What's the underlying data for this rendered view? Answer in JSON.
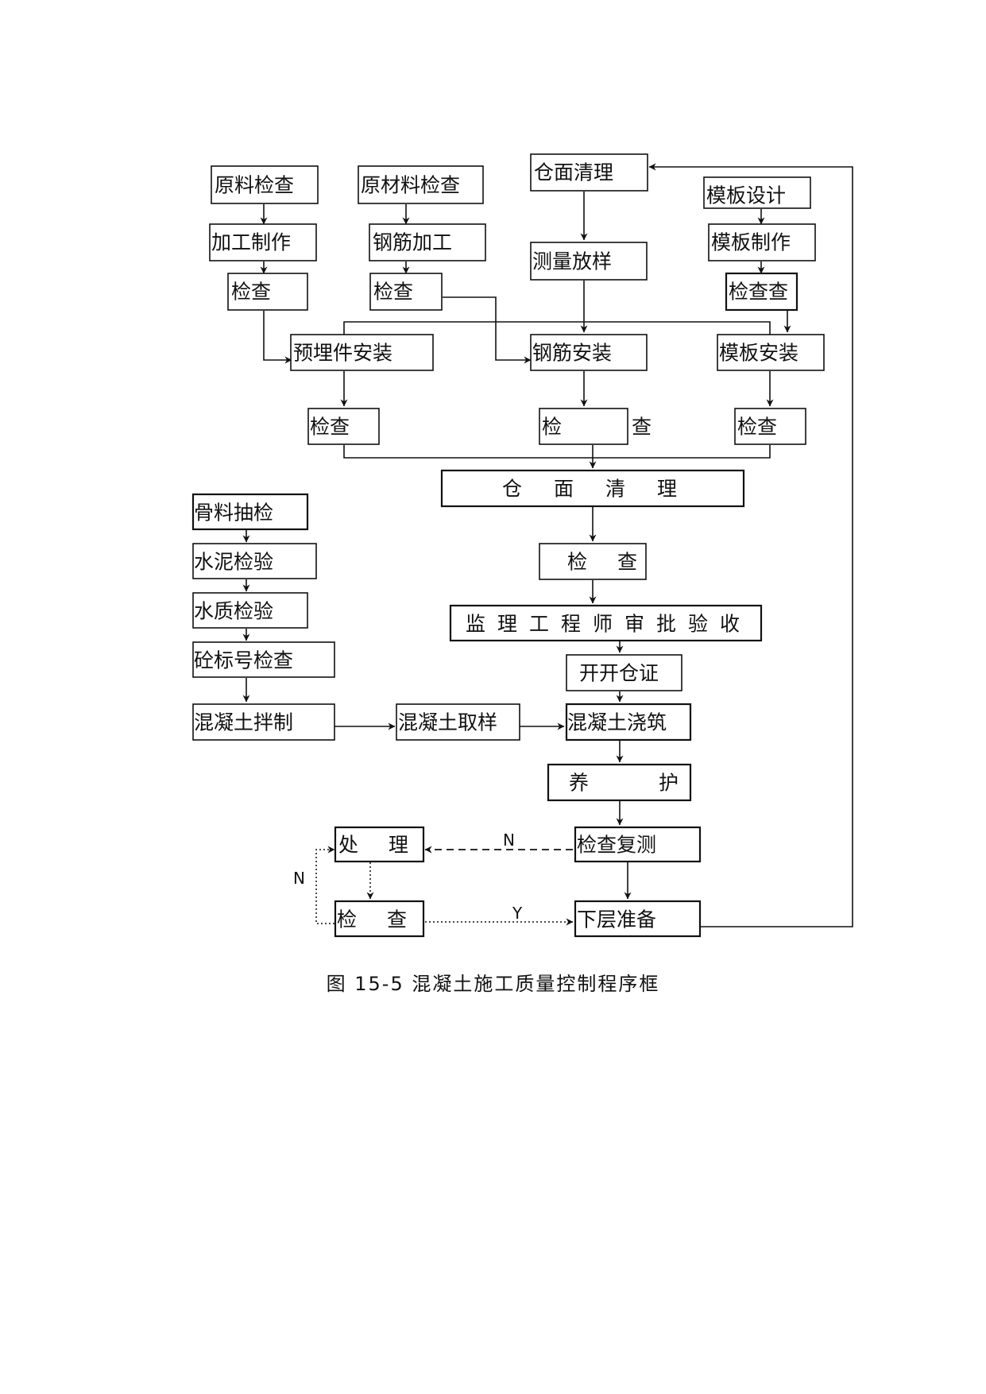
{
  "diagram": {
    "nodes": {
      "raw_check": "原料检查",
      "processing": "加工制作",
      "check_a": "检查",
      "material_check": "原材料检查",
      "rebar_processing": "钢筋加工",
      "check_b": "检查",
      "bay_clean_top": "仓面清理",
      "survey_layout": "测量放样",
      "formwork_design": "模板设计",
      "formwork_make": "模板制作",
      "check_c": "检查查",
      "embedded_install": "预埋件安装",
      "rebar_install": "钢筋安装",
      "formwork_install": "模板安装",
      "check_d": "检查",
      "check_e": "检 查",
      "check_f": "检查",
      "bay_clean_main": "仓面清理",
      "check_g": "检 查",
      "engineer_approval": "监理工程师审批验收",
      "open_bay_permit": "开开仓证",
      "aggregate_sampling": "骨料抽检",
      "cement_test": "水泥检验",
      "water_test": "水质检验",
      "grade_check": "砼标号检查",
      "concrete_mixing": "混凝土拌制",
      "concrete_sampling": "混凝土取样",
      "concrete_pouring": "混凝土浇筑",
      "curing": "养 护",
      "recheck": "检查复测",
      "treatment": "处 理",
      "check_h": "检 查",
      "next_layer": "下层准备"
    },
    "edge_labels": {
      "reject_main": "N",
      "reject_loop": "N",
      "accept": "Y"
    }
  },
  "caption": "图 15-5 混凝土施工质量控制程序框"
}
